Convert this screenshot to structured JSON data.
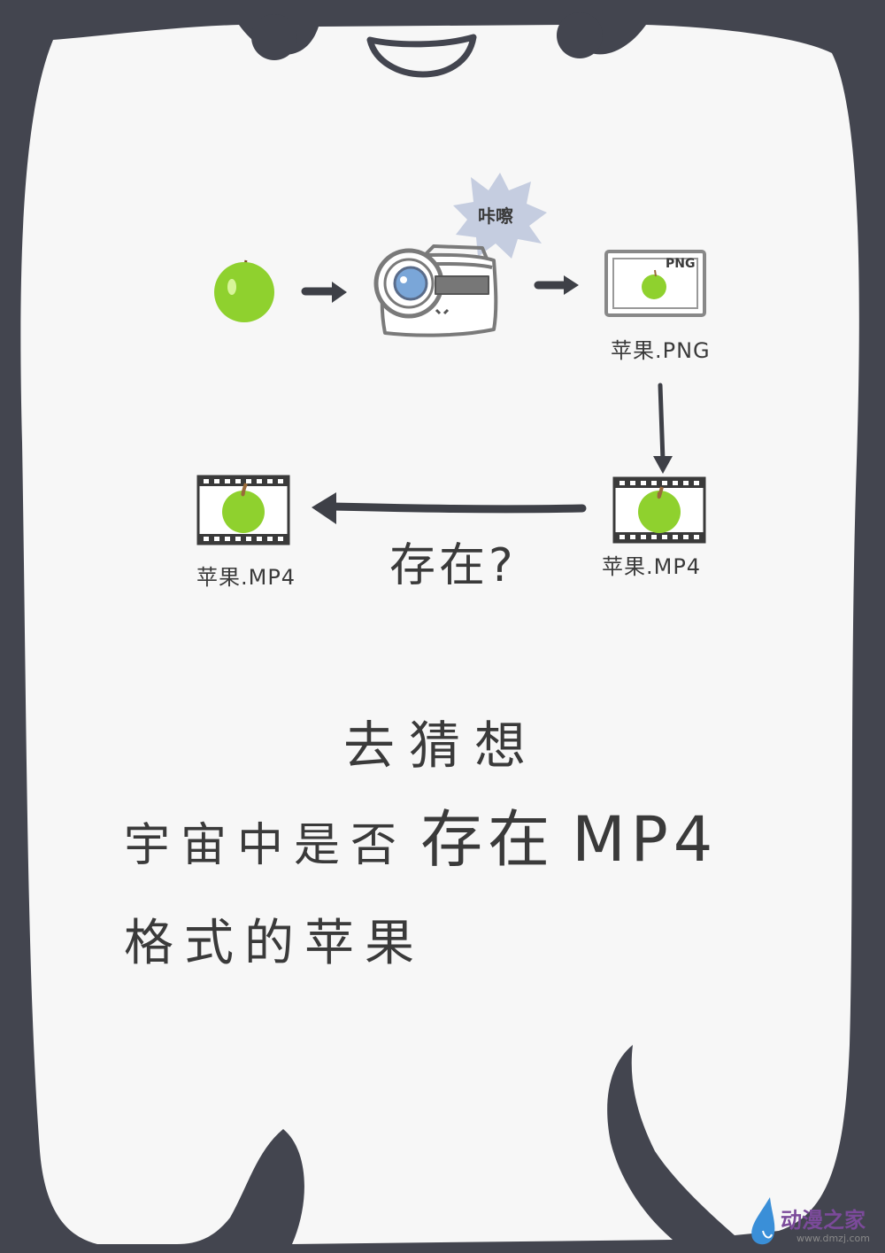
{
  "diagram": {
    "snap_sound": "咔嚓",
    "png_badge": "PNG",
    "png_file_label": "苹果.PNG",
    "mp4_right_label": "苹果.MP4",
    "mp4_left_label": "苹果.MP4",
    "exist_question": "存在?"
  },
  "text": {
    "line1": "去猜想",
    "line2_prefix": "宇宙中是否",
    "line2_emphasis": "存在",
    "line2_suffix": "MP4",
    "line3": "格式的苹果"
  },
  "watermark": {
    "name": "动漫之家",
    "url": "www.dmzj.com"
  },
  "colors": {
    "frame": "#43454f",
    "apple": "#8fd12e",
    "stem": "#9a6a3a",
    "camera_stroke": "#7a7a7a",
    "lens": "#7aa6d8",
    "burst": "#c5cde0",
    "arrow": "#3e4047"
  }
}
